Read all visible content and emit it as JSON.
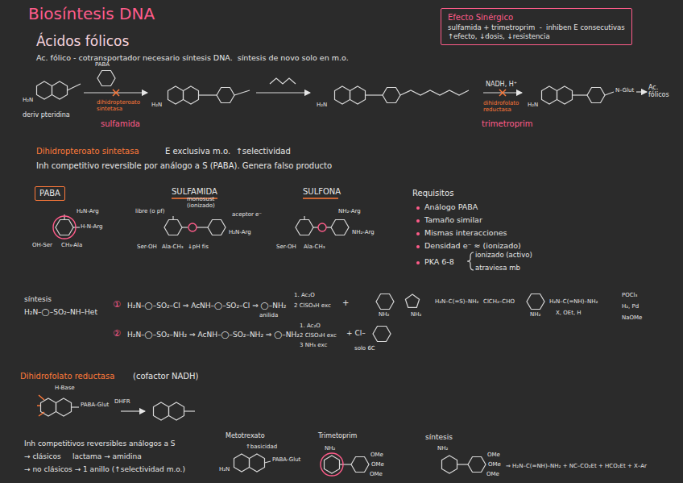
{
  "diagram": {
    "title": "Biosíntesis DNA",
    "nodes": [
      {
        "text": [
          "Efecto Sinérgico",
          "sulfamida + trimetroprim  -  inhiben E consecutivas",
          "↑efecto, ↓dosis, ↓resistencia"
        ]
      },
      {
        "text": [
          "PABA"
        ]
      }
    ],
    "labels": [
      "Ácidos fólicos",
      "Ac. fólico - cotransportador necesario síntesis DNA.  síntesis de novo solo en m.o.",
      "deriv pteridina",
      "PABA",
      "dihidropteroato sintetasa",
      "sulfamida",
      "NADH, H⁺",
      "dihidrofolato reductasa",
      "trimetroprim",
      "Ac. fólicos",
      "H₂N",
      "H₂N",
      "H₂N",
      "H₂N",
      "N–Glut",
      "Dihidropteroato sintetasa",
      "E exclusiva m.o.  ↑selectividad",
      "Inh competitivo reversible por análogo a S (PABA). Genera falso producto",
      "SULFAMIDA",
      "SULFONA",
      "Requisitos",
      "Análogo PABA",
      "Tamaño similar",
      "Mismas interacciones",
      "Densidad e⁻ ≈ (ionizado)",
      "PKA 6-8",
      "ionizado (activo)",
      "atraviesa mb",
      "H₂N-Arg",
      "H-N-Arg",
      "OH-Ser",
      "CH₃-Ala",
      "libre (o pf)",
      "monosust (ionizado)",
      "aceptor e⁻",
      "Ser-OH",
      "Ala-CH₃",
      "↓pH fis",
      "H₂N-Arg",
      "NH₂-Arg",
      "NH₂-Arg",
      "Ser-OH",
      "Ala-CH₃",
      "síntesis",
      "H₂N–◯–SO₂–NH–Het",
      "①",
      "H₂N–◯–SO₂–Cl ⇒ AcNH–◯–SO₂–Cl ⇒ ◯–NH₂",
      "anilida",
      "1. Ac₂O",
      "2 ClSO₃H exc",
      "+",
      "NH₂",
      "NH₂",
      "H₂N–C(=S)–NH₂",
      "ClCH₂–CHO",
      "NH₂",
      "H₂N–C(=NH)–NH₂",
      "X, OEt, H",
      "POCl₃",
      "H₂, Pd",
      "NaOMe",
      "②",
      "H₂N–◯–SO₂–NH₂ ⇒ AcNH–◯–SO₂–NH₂ ⇒ ◯–NH₂",
      "1. Ac₂O",
      "2 ClSO₃H exc",
      "3 NH₃ exc",
      "+ Cl–",
      "solo 6C",
      "Dihidrofolato reductasa",
      "(cofactor NADH)",
      "H-Base",
      "PABA-Glut",
      "DHFR",
      "Inh competitivos reversibles análogos a S",
      "→ clásicos     lactama → amidina",
      "→ no clásicos → 1 anillo (↑selectividad m.o.)",
      "Metotrexato",
      "↑basicidad",
      "PABA-Glut",
      "H₂N",
      "Trimetoprim",
      "NH₂",
      "OMe",
      "OMe",
      "OMe",
      "síntesis",
      "NH₂",
      "OMe",
      "OMe",
      "OMe",
      "⇒ H₂N–C(=NH)–NH₂ + NC–CO₂Et + HCO₂Et + X–Ar"
    ]
  }
}
